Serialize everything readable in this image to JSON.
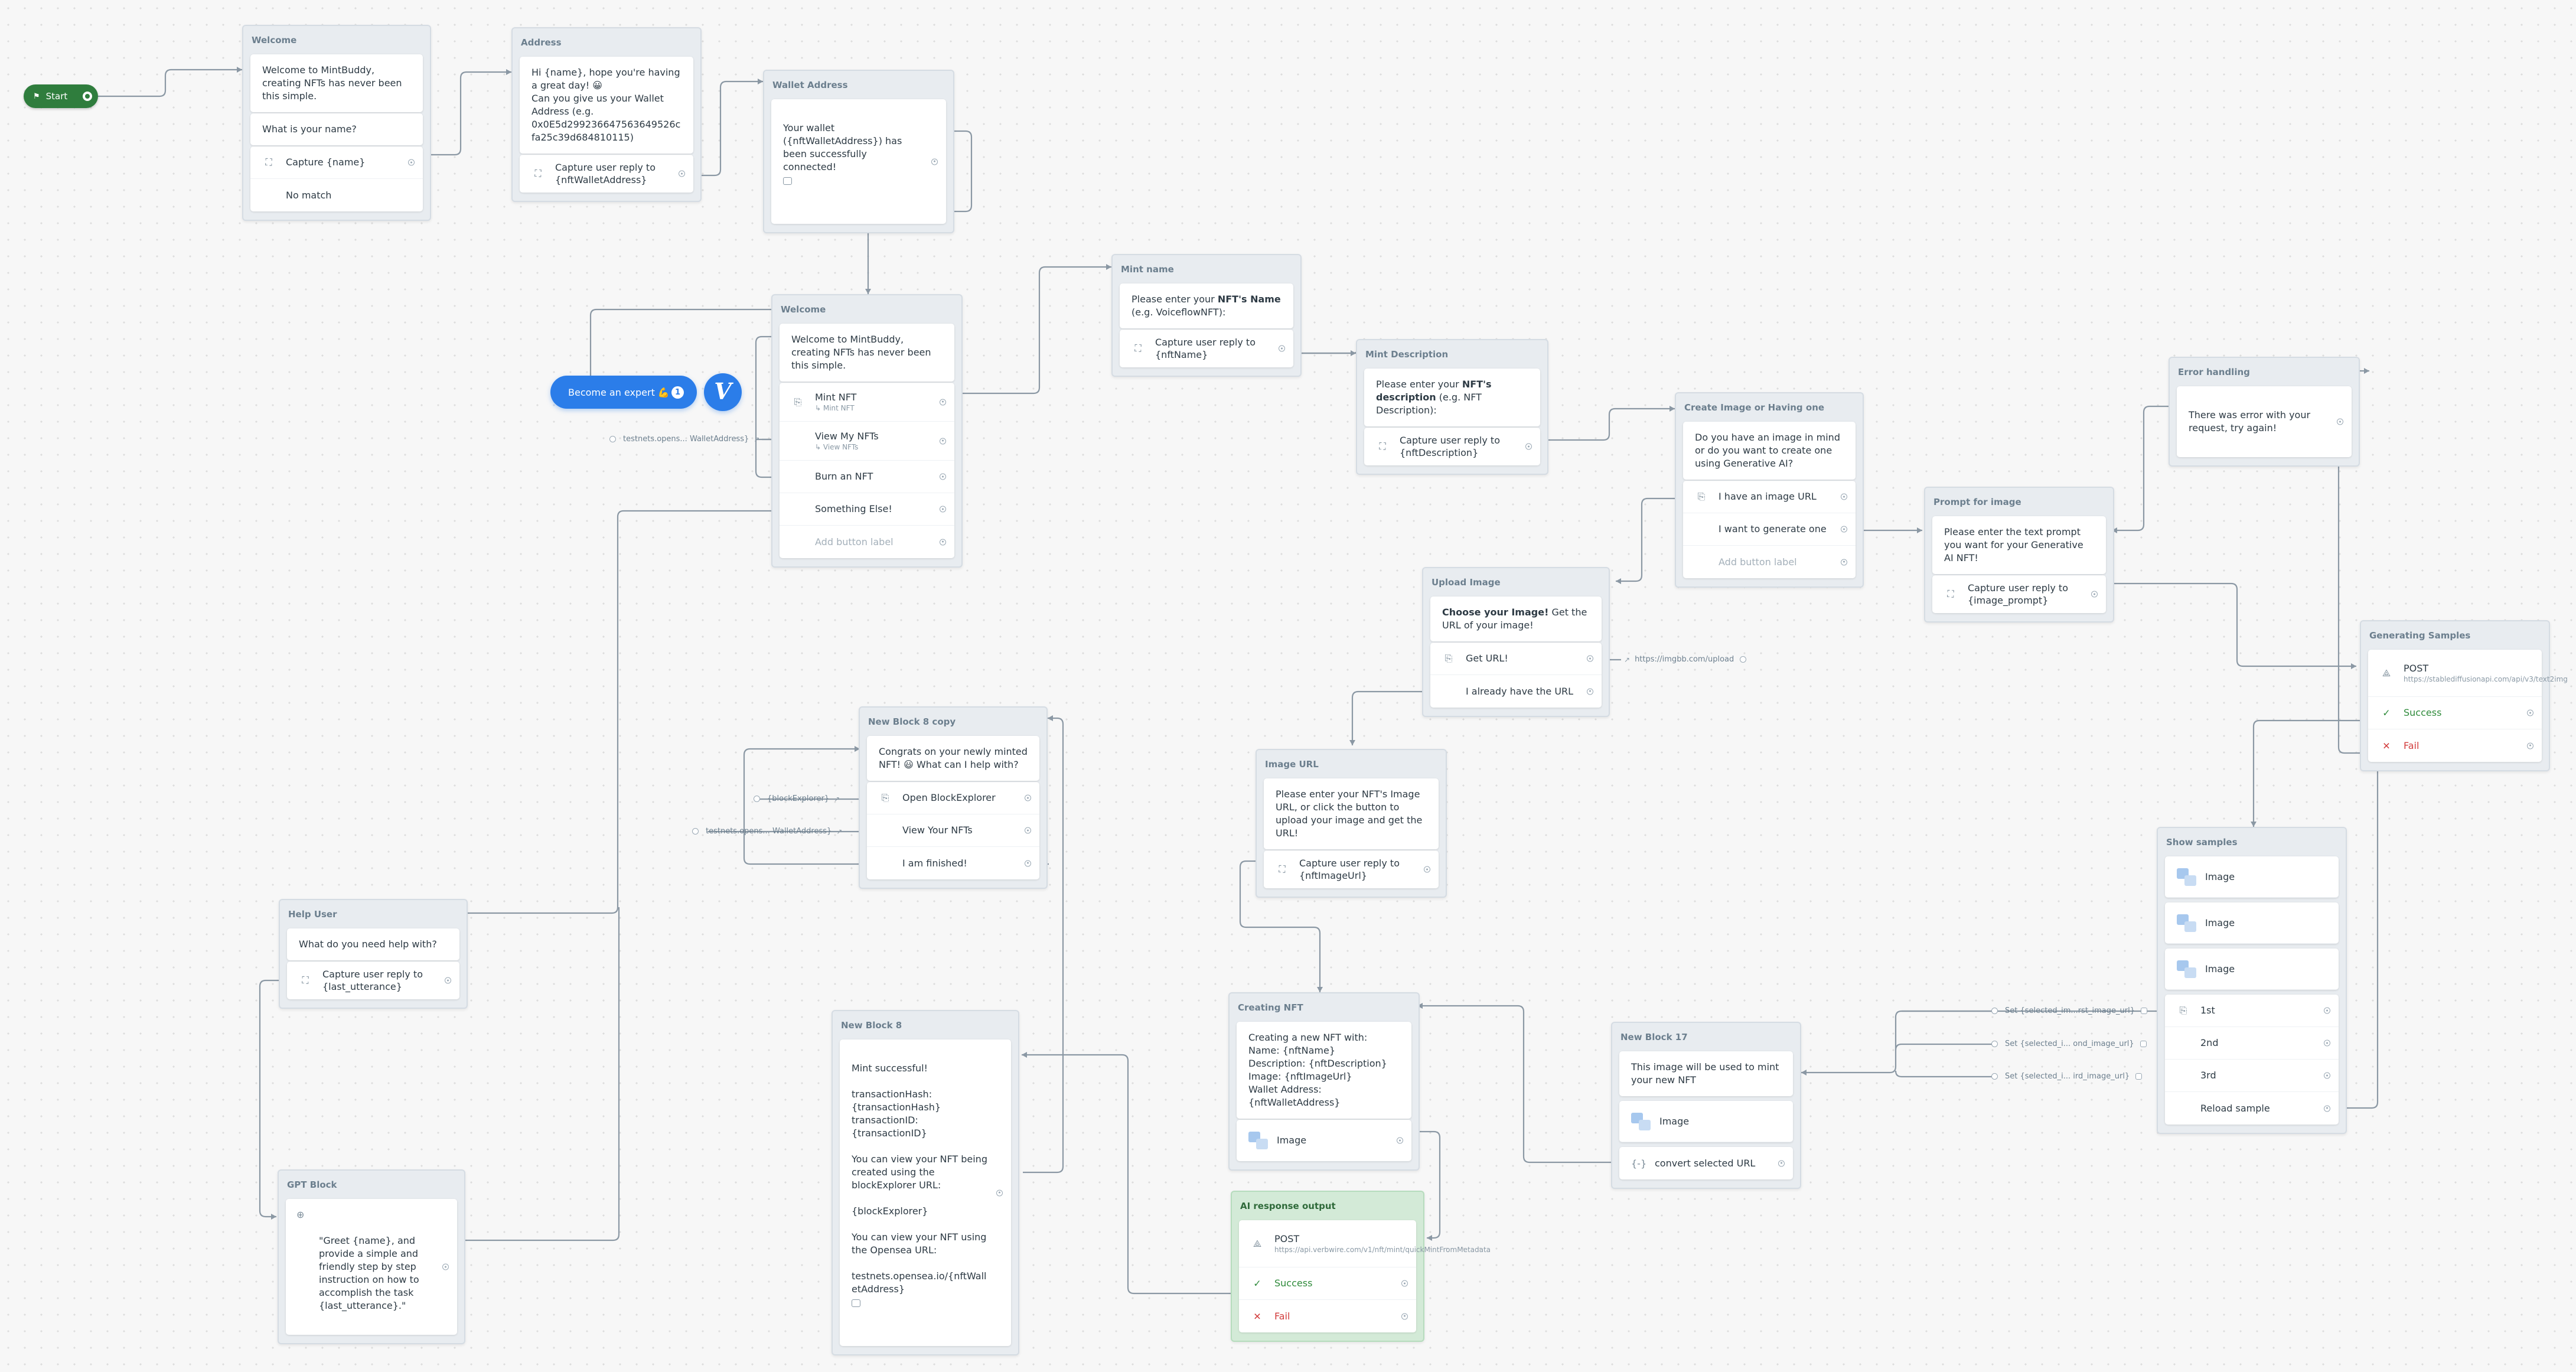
{
  "start": {
    "label": "Start"
  },
  "expert": {
    "label": "Become an expert 💪",
    "badge": "1"
  },
  "logo": {
    "letter": "V"
  },
  "blocks": {
    "welcome1": {
      "title": "Welcome",
      "msg1": "Welcome to MintBuddy, creating NFTs has never been this simple.",
      "msg2": "What is your name?",
      "capture": "Capture {name}",
      "nomatch": "No match"
    },
    "address": {
      "title": "Address",
      "msg": "Hi {name}, hope you're having a great day! 😀\nCan you give us your Wallet Address (e.g.\n0x0E5d299236647563649526cfa25c39d684810115)",
      "capture": "Capture user reply to {nftWalletAddress}"
    },
    "wallet": {
      "title": "Wallet Address",
      "msg": "Your wallet ({nftWalletAddress}) has been successfully connected!"
    },
    "welcome2": {
      "title": "Welcome",
      "msg": "Welcome to MintBuddy, creating NFTs has never been this simple.",
      "b1": "Mint NFT",
      "b1sub": "↳ Mint NFT",
      "b2": "View My NFTs",
      "b2sub": "↳ View NFTs",
      "b3": "Burn an NFT",
      "b4": "Something Else!",
      "add": "Add button label"
    },
    "mintname": {
      "title": "Mint name",
      "msg_pre": "Please enter your ",
      "msg_bold": "NFT's Name",
      "msg_post": " (e.g. VoiceflowNFT):",
      "capture": "Capture user reply to {nftName}"
    },
    "mintdesc": {
      "title": "Mint Description",
      "msg_pre": "Please enter your ",
      "msg_bold": "NFT's description",
      "msg_post": " (e.g. NFT Description):",
      "capture": "Capture user reply to {nftDescription}"
    },
    "create": {
      "title": "Create Image or Having one",
      "msg": "Do you have an image in mind or do you want to create one using Generative AI?",
      "b1": "I have an image URL",
      "b2": "I want to generate one",
      "add": "Add button label"
    },
    "error": {
      "title": "Error handling",
      "msg": "There was error with your request, try again!"
    },
    "prompt": {
      "title": "Prompt for image",
      "msg": "Please enter the text prompt you want for your Generative AI NFT!",
      "capture": "Capture user reply to {image_prompt}"
    },
    "upload": {
      "title": "Upload Image",
      "msg_bold": "Choose your Image!",
      "msg_post": " Get the URL of your image!",
      "b1": "Get URL!",
      "b2": "I already have the URL"
    },
    "gensamples": {
      "title": "Generating Samples",
      "method": "POST",
      "url": "https://stablediffusionapi.com/api/v3/text2img",
      "success": "Success",
      "fail": "Fail"
    },
    "imageurl": {
      "title": "Image URL",
      "msg": "Please enter your NFT's Image URL, or click the button to upload your image and get the URL!",
      "capture": "Capture user reply to {nftImageUrl}"
    },
    "block8copy": {
      "title": "New Block 8 copy",
      "msg": "Congrats on your newly minted NFT! 😃 What can I help with?",
      "b1": "Open BlockExplorer",
      "b2": "View Your NFTs",
      "b3": "I am finished!"
    },
    "samples": {
      "title": "Show samples",
      "img1": "Image",
      "img2": "Image",
      "img3": "Image",
      "b1": "1st",
      "b2": "2nd",
      "b3": "3rd",
      "b4": "Reload sample"
    },
    "helpuser": {
      "title": "Help User",
      "msg": "What do you need help with?",
      "capture": "Capture user reply to {last_utterance}"
    },
    "block8": {
      "title": "New Block 8",
      "msg": "Mint successful!\n\ntransactionHash: {transactionHash}\ntransactionID: {transactionID}\n\nYou can view your NFT being created using the blockExplorer URL:\n\n {blockExplorer}\n\nYou can view your NFT using the Opensea URL:\n\ntestnets.opensea.io/{nftWalletAddress}"
    },
    "creating": {
      "title": "Creating NFT",
      "msg": "Creating a new NFT with:\nName: {nftName}\nDescription: {nftDescription}\nImage: {nftImageUrl}\nWallet Address: {nftWalletAddress}",
      "img": "Image"
    },
    "block17": {
      "title": "New Block 17",
      "msg": "This image will be used to mint your new NFT",
      "img": "Image",
      "code": "convert selected URL"
    },
    "gpt": {
      "title": "GPT Block",
      "msg": "\"Greet {name}, and provide a simple and friendly step by step instruction on how to accomplish the task {last_utterance}.\""
    },
    "aiout": {
      "title": "AI response output",
      "method": "POST",
      "url": "https://api.verbwire.com/v1/nft/mint/quickMintFromMetadata",
      "success": "Success",
      "fail": "Fail"
    }
  },
  "links": {
    "opensea1": "testnets.opens... WalletAddress}",
    "blockexp": "{blockExplorer}",
    "opensea2": "testnets.opens... WalletAddress}",
    "imgbb": "https://imgbb.com/upload",
    "set1": "Set {selected_im...rst_image_url}",
    "set2": "Set {selected_i... ond_image_url}",
    "set3": "Set {selected_i... ird_image_url}"
  }
}
